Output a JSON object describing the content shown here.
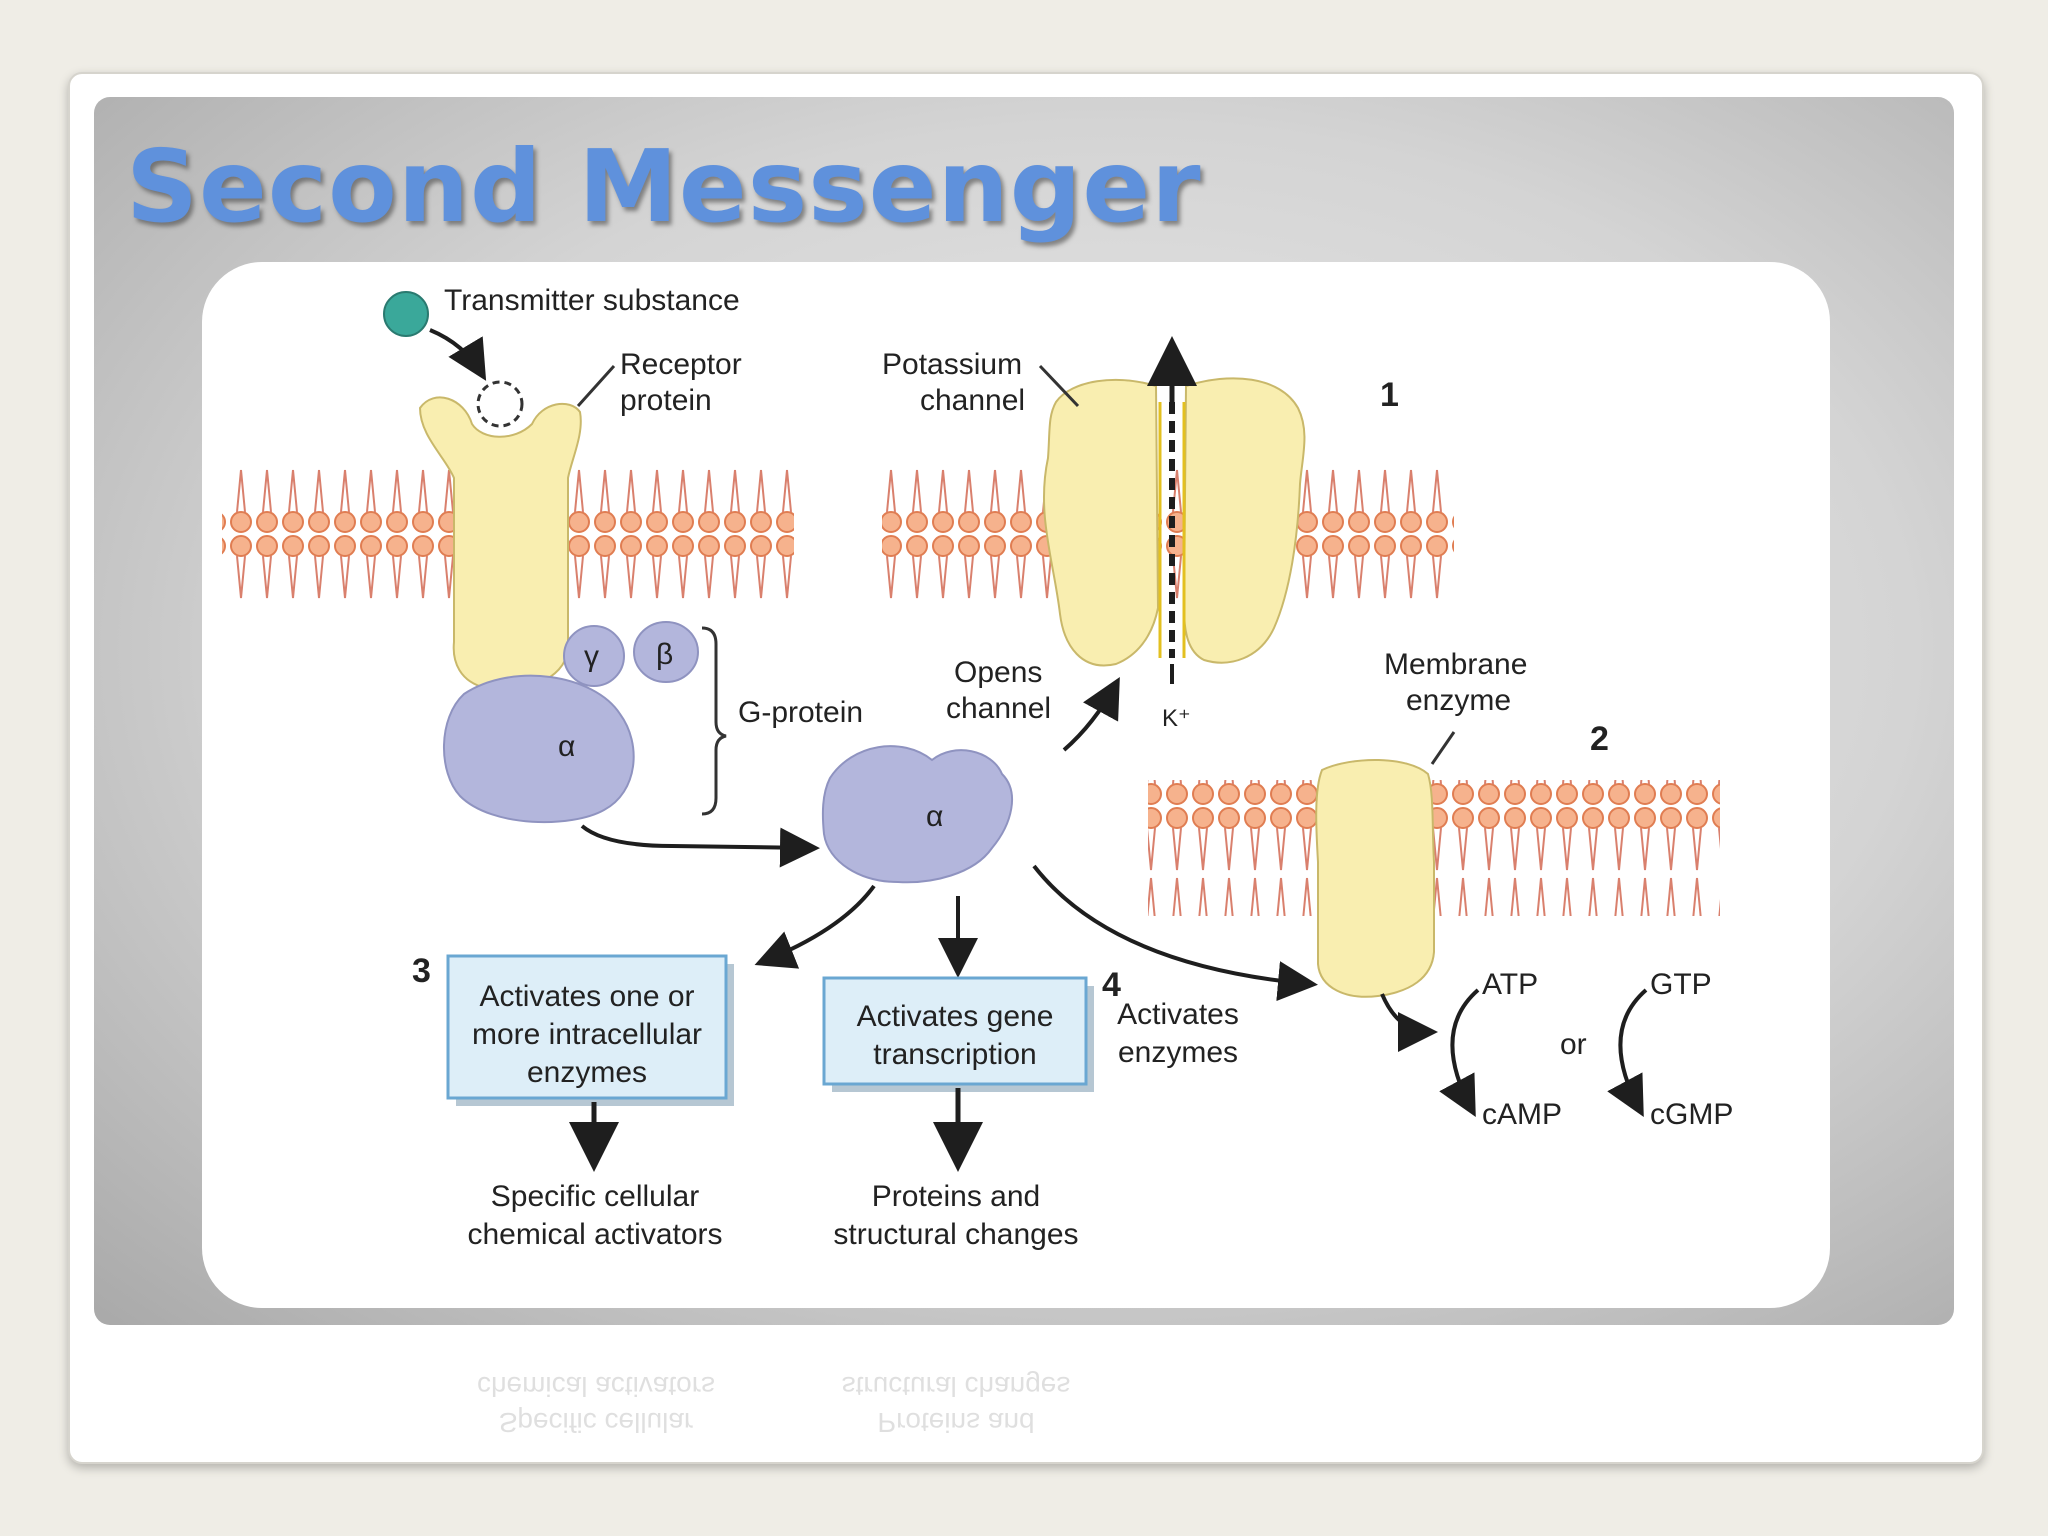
{
  "slide": {
    "title": "Second Messenger"
  },
  "diagram": {
    "transmitter_label": "Transmitter substance",
    "receptor_label_line1": "Receptor",
    "receptor_label_line2": "protein",
    "potassium_label_line1": "Potassium",
    "potassium_label_line2": "channel",
    "gamma": "γ",
    "beta": "β",
    "alpha_bound": "α",
    "alpha_free": "α",
    "gprotein_label": "G-protein",
    "opens_channel_line1": "Opens",
    "opens_channel_line2": "channel",
    "k_ion": "K⁺",
    "membrane_enzyme_line1": "Membrane",
    "membrane_enzyme_line2": "enzyme",
    "num1": "1",
    "num2": "2",
    "num3": "3",
    "num4": "4",
    "box3_line1": "Activates one or",
    "box3_line2": "more intracellular",
    "box3_line3": "enzymes",
    "box4_line1": "Activates gene",
    "box4_line2": "transcription",
    "activates_enzymes_line1": "Activates",
    "activates_enzymes_line2": "enzymes",
    "atp": "ATP",
    "gtp": "GTP",
    "or": "or",
    "camp": "cAMP",
    "cgmp": "cGMP",
    "out3_line1": "Specific cellular",
    "out3_line2": "chemical activators",
    "out4_line1": "Proteins and",
    "out4_line2": "structural changes"
  },
  "colors": {
    "title": "#5f91dc",
    "membrane_head": "#f3a67e",
    "protein_fill": "#f9eeb0",
    "gprotein_fill": "#b3b6dc",
    "box_fill": "#ddeef8",
    "box_border": "#6aa7d2",
    "transmitter": "#3aa89a"
  }
}
